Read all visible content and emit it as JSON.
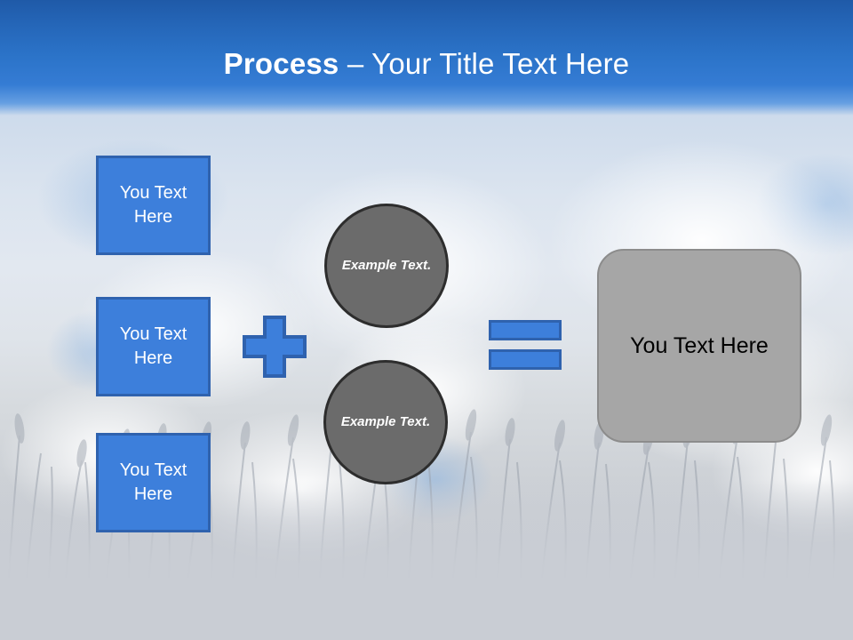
{
  "slide": {
    "title": {
      "bold_part": "Process",
      "rest_part": " – Your Title Text Here"
    },
    "background": {
      "kind": "sky-and-grass-photo",
      "header_color": "#2b73c8",
      "base_color": "#c9cdd4"
    }
  },
  "inputs": {
    "boxes": [
      {
        "label": "You Text Here"
      },
      {
        "label": "You Text Here"
      },
      {
        "label": "You Text Here"
      }
    ],
    "fill_color": "#3d7fdb",
    "border_color": "#2f62ae"
  },
  "operators": {
    "plus": {
      "symbol": "+",
      "fill_color": "#3d7fdb",
      "border_color": "#2f62ae"
    },
    "equals": {
      "symbol": "=",
      "fill_color": "#3d7fdb",
      "border_color": "#2f62ae"
    }
  },
  "circles": {
    "items": [
      {
        "label": "Example Text."
      },
      {
        "label": "Example Text."
      }
    ],
    "fill_color": "#6b6b6b",
    "border_color": "#2d2d2d"
  },
  "result": {
    "label": "You Text Here",
    "fill_color": "#a6a6a6",
    "border_color": "#8c8c8c"
  }
}
